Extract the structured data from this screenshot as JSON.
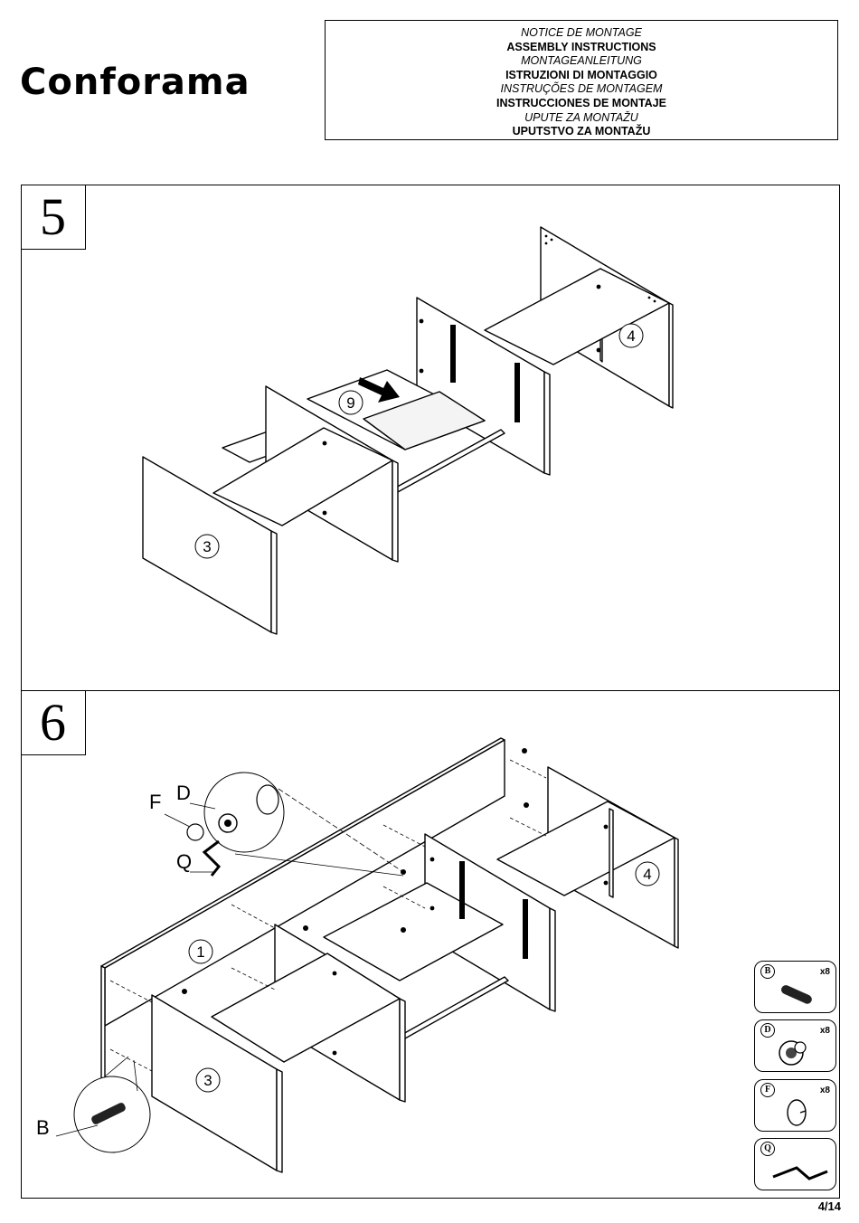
{
  "header": {
    "brand": "Conforama",
    "titles": [
      {
        "text": "NOTICE DE MONTAGE",
        "style": "italic"
      },
      {
        "text": "ASSEMBLY INSTRUCTIONS",
        "style": "bold"
      },
      {
        "text": "MONTAGEANLEITUNG",
        "style": "italic"
      },
      {
        "text": "ISTRUZIONI DI MONTAGGIO",
        "style": "bold"
      },
      {
        "text": "INSTRUÇÕES DE MONTAGEM",
        "style": "italic"
      },
      {
        "text": "INSTRUCCIONES DE MONTAJE",
        "style": "bold"
      },
      {
        "text": "UPUTE ZA MONTAŽU",
        "style": "italic"
      },
      {
        "text": "UPUTSTVO ZA MONTAŽU",
        "style": "bold"
      }
    ]
  },
  "step5": {
    "number": "5",
    "callouts": {
      "part_a": "9",
      "part_b": "4",
      "part_c": "3"
    }
  },
  "step6": {
    "number": "6",
    "callouts": {
      "part_a": "1",
      "part_b": "4",
      "part_c": "3"
    },
    "letters": {
      "d": "D",
      "f": "F",
      "q": "Q",
      "b": "B"
    }
  },
  "hardware": [
    {
      "code": "B",
      "qty": "x8",
      "icon": "dowel-icon"
    },
    {
      "code": "D",
      "qty": "x8",
      "icon": "cam-lock-icon"
    },
    {
      "code": "F",
      "qty": "x8",
      "icon": "cover-cap-icon"
    },
    {
      "code": "Q",
      "qty": "",
      "icon": "allen-key-icon"
    }
  ],
  "page": {
    "number": "4/14"
  }
}
